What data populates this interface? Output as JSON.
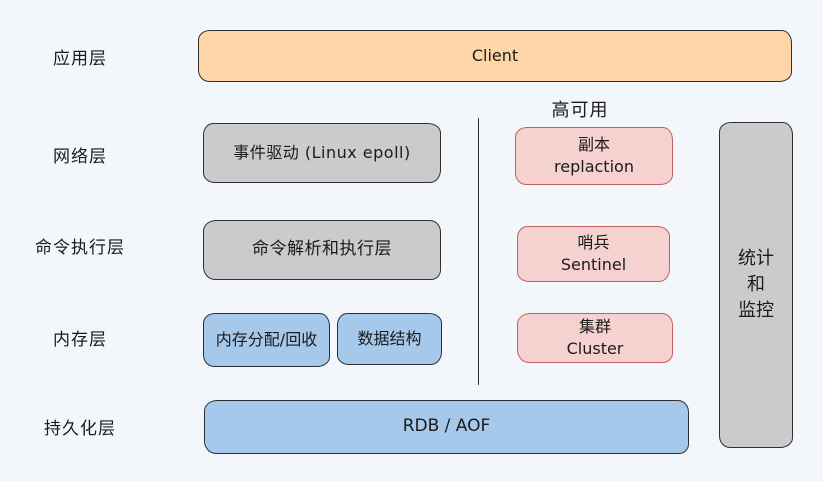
{
  "colors": {
    "background": "#f3f6fb",
    "orange_fill": "#fdd5a6",
    "gray_fill": "#cbcbcb",
    "blue_fill": "#a5c8eb",
    "pink_fill": "#f5d1d0",
    "dark_stroke": "#2f2f2f",
    "pink_stroke": "#c4605e",
    "text": "#1b1b1b"
  },
  "layer_labels": [
    "应用层",
    "网络层",
    "命令执行层",
    "内存层",
    "持久化层"
  ],
  "section_label": "高可用",
  "nodes": {
    "client": "Client",
    "event_driven": "事件驱动 (Linux epoll)",
    "command_exec": "命令解析和执行层",
    "memory_alloc": "内存分配/回收",
    "data_structure": "数据结构",
    "persistence": "RDB / AOF",
    "replication": {
      "line1": "副本",
      "line2": "replaction"
    },
    "sentinel": {
      "line1": "哨兵",
      "line2": "Sentinel"
    },
    "cluster": {
      "line1": "集群",
      "line2": "Cluster"
    },
    "monitoring": {
      "line1": "统计",
      "line2": "和",
      "line3": "监控"
    }
  }
}
